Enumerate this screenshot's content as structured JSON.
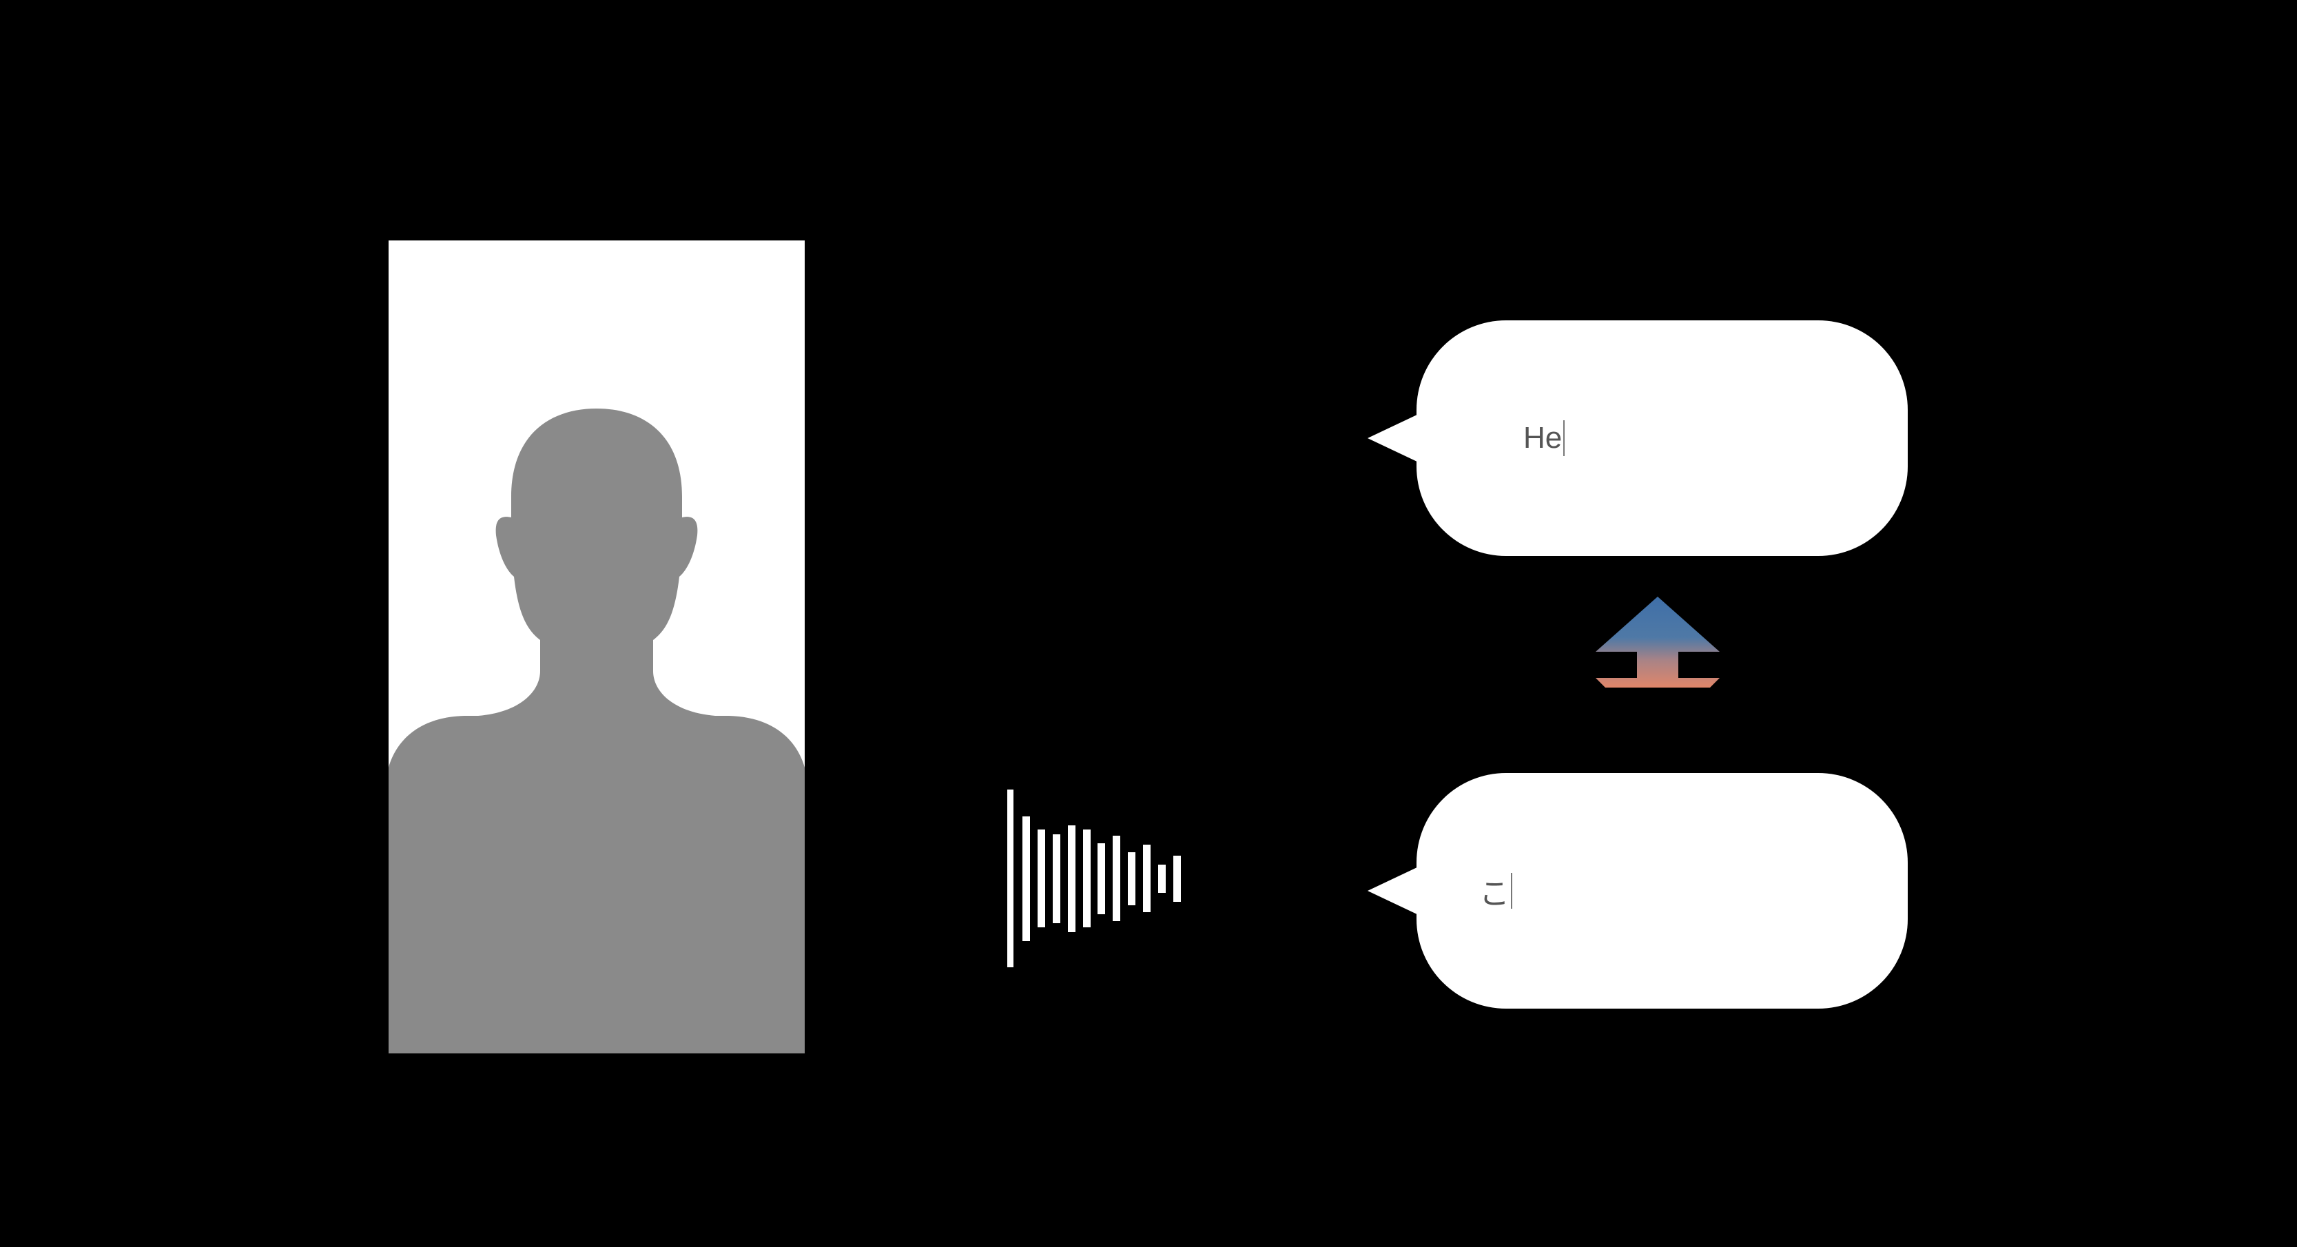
{
  "bubbles": {
    "top": {
      "text": "He"
    },
    "bottom": {
      "text": "こ"
    }
  },
  "waveform": {
    "bar_levels": [
      1.0,
      0.7,
      0.55,
      0.5,
      0.6,
      0.55,
      0.4,
      0.48,
      0.3,
      0.38,
      0.16,
      0.26
    ]
  },
  "icons": {
    "person": "person-silhouette-icon",
    "sound": "sound-wave-icon",
    "arrow": "up-arrow-icon"
  },
  "colors": {
    "background": "#000000",
    "silhouette": "#8a8a8a",
    "frame": "#ffffff",
    "bubble": "#ffffff",
    "text": "#555555",
    "arrow_top": "#3f6fa8",
    "arrow_bottom": "#e0866a"
  }
}
